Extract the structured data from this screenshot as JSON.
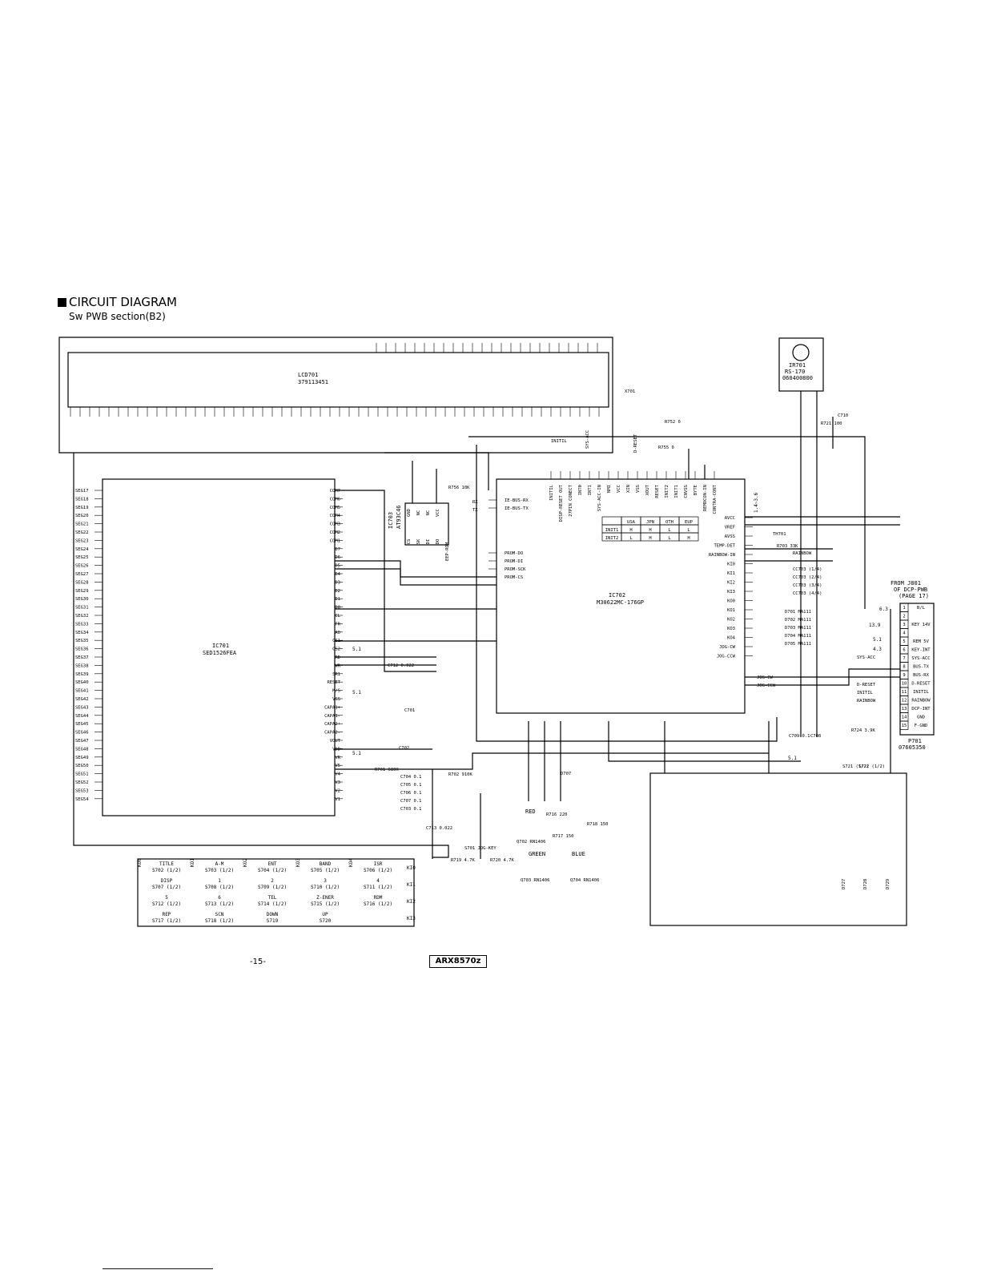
{
  "heading": {
    "title": "CIRCUIT DIAGRAM",
    "subtitle": "Sw PWB section(B2)"
  },
  "footer": {
    "page_number": "-15-",
    "model": "ARX8570z"
  },
  "lcd": {
    "ref": "LCD701",
    "part": "379113451"
  },
  "ir": {
    "ref": "IR701",
    "part": "RS-170",
    "code": "060400800"
  },
  "ic701": {
    "ref": "IC701",
    "part": "SED1526FEA",
    "left_pins": [
      "SEG17",
      "SEG18",
      "SEG19",
      "SEG20",
      "SEG21",
      "SEG22",
      "SEG23",
      "SEG24",
      "SEG25",
      "SEG26",
      "SEG27",
      "SEG28",
      "SEG29",
      "SEG30",
      "SEG31",
      "SEG32",
      "SEG33",
      "SEG34",
      "SEG35",
      "SEG36",
      "SEG37",
      "SEG38",
      "SEG39",
      "SEG40",
      "SEG41",
      "SEG42",
      "SEG43",
      "SEG44",
      "SEG45",
      "SEG46",
      "SEG47",
      "SEG48",
      "SEG49",
      "SEG50",
      "SEG51",
      "SEG52",
      "SEG53",
      "SEG54"
    ],
    "right_pins": [
      "COM7",
      "COM6",
      "COM5",
      "COM4",
      "COM3",
      "COM2",
      "COM1",
      "D7",
      "D6",
      "D5",
      "D4",
      "D3",
      "D2",
      "D1",
      "D0",
      "CL",
      "FR",
      "A0",
      "CS1",
      "CS2",
      "RD",
      "WR",
      "SR1",
      "RESET",
      "M/S",
      "VSS",
      "CAPA1+",
      "CAPA1-",
      "CAPA2+",
      "CAPA2-",
      "VOUT",
      "VDD",
      "VR",
      "V5",
      "V4",
      "V3",
      "V2",
      "V1"
    ]
  },
  "ic702": {
    "ref": "IC702",
    "part": "M30622MC-176GP",
    "left_pins": [
      "IE-BUS-RX",
      "IE-BUS-TX",
      "PROM-DO",
      "PROM-DI",
      "PROM-SCK",
      "PROM-CS"
    ],
    "right_pins": [
      "AVCC",
      "VREF",
      "AVSS",
      "TEMP-DET",
      "RAINBOW-IN",
      "KI0",
      "KI1",
      "KI2",
      "KI3",
      "KO0",
      "KO1",
      "KO2",
      "KO3",
      "KO4",
      "JOG-CW",
      "JOG-CCW"
    ],
    "top_pins": [
      "INITIL",
      "DISP-RESET OUT",
      "27PIN CONECT",
      "INT0",
      "INT1",
      "SYS-ACC-IN",
      "NMI",
      "VCC",
      "XIN",
      "VSS",
      "XOUT",
      "RESET",
      "INIT2",
      "INIT1",
      "CNVSS",
      "BYTE",
      "REMOCON-IN",
      "CONTRA-CONT"
    ]
  },
  "ic703": {
    "ref": "IC703",
    "part": "AT93C46",
    "pins": [
      "CS",
      "SK",
      "DI",
      "DO",
      "VCC",
      "NC",
      "NC",
      "GND"
    ]
  },
  "region_table": {
    "headers": [
      "",
      "USA",
      "JPN",
      "OTH",
      "EUP"
    ],
    "rows": [
      [
        "INIT1",
        "H",
        "H",
        "L",
        "L"
      ],
      [
        "INIT2",
        "L",
        "H",
        "L",
        "H"
      ]
    ]
  },
  "connector": {
    "ref": "P701",
    "part": "07605350",
    "from": "FROM J801",
    "of": "OF DCP-PWB",
    "page": "(PAGE 17)",
    "pins": [
      "B/L",
      "",
      "KEY 14V",
      "",
      "REM 5V",
      "KEY-INT",
      "SYS-ACC",
      "BUS-TX",
      "BUS-RX",
      "D-RESET",
      "INITIL",
      "RAINBOW",
      "DCP-INT",
      "GND",
      "F-GND"
    ]
  },
  "net_labels": [
    "INITIL",
    "SYS-ACC",
    "D-RESET",
    "RAINBOW",
    "JOG-CW",
    "JOG-CCW",
    "EEP-ROM",
    "TX",
    "RX",
    "SYS-ACC",
    "D-RESET",
    "INITIL",
    "RAINBOW"
  ],
  "components": [
    "R752 0",
    "R755 0",
    "X701",
    "R756 10K",
    "C712 0.022",
    "C701",
    "C702",
    "R701 680K",
    "R702 910K",
    "C704 0.1",
    "C705 0.1",
    "C706 0.1",
    "C707 0.1",
    "C703 0.1",
    "C713 0.022",
    "TH701",
    "R703 33K",
    "R721 100",
    "C710",
    "C708",
    "C709 0.1",
    "R724 3.9K",
    "S721 (1/2)",
    "S722 (1/2)",
    "S701 JOG-KEY",
    "R719 4.7K",
    "R720 4.7K",
    "R716 220",
    "R717 150",
    "R718 150",
    "Q702 RN1406",
    "Q703 RN1406",
    "Q704 RN1406",
    "D707",
    "D701 MA111",
    "D702 MA111",
    "D703 MA111",
    "D704 MA111",
    "D705 MA111",
    "CC703 (1/4)",
    "CC703 (2/4)",
    "CC703 (3/4)",
    "CC703 (4/4)",
    "D727",
    "D728",
    "D729"
  ],
  "led_labels": [
    "RED",
    "GREEN",
    "BLUE"
  ],
  "key_matrix": [
    [
      "TITLE",
      "A-M",
      "ENT",
      "BAND",
      "ISR"
    ],
    [
      "DISP",
      "1",
      "2",
      "3",
      "4"
    ],
    [
      "5",
      "6",
      "TEL",
      "Z-ENER",
      "RDM"
    ],
    [
      "REP",
      "SCN",
      "DOWN",
      "UP"
    ]
  ],
  "switch_refs": [
    [
      "S702 (1/2)",
      "S703 (1/2)",
      "S704 (1/2)",
      "S705 (1/2)",
      "S706 (1/2)"
    ],
    [
      "S707 (1/2)",
      "S708 (1/2)",
      "S709 (1/2)",
      "S710 (1/2)",
      "S711 (1/2)"
    ],
    [
      "S712 (1/2)",
      "S713 (1/2)",
      "S714 (1/2)",
      "S715 (1/2)",
      "S716 (1/2)"
    ],
    [
      "S717 (1/2)",
      "S718 (1/2)",
      "S719",
      "S720"
    ]
  ],
  "key_row_labels": [
    "KI0",
    "KI1",
    "KI2",
    "KI3"
  ],
  "key_col_labels": [
    "KO0",
    "KO1",
    "KO2",
    "KO3",
    "KO4"
  ],
  "voltages": [
    "5.1",
    "5.1",
    "5.1",
    "6.3",
    "13.9",
    "5.1",
    "4.3",
    "5.1",
    "1.4~3.6"
  ]
}
